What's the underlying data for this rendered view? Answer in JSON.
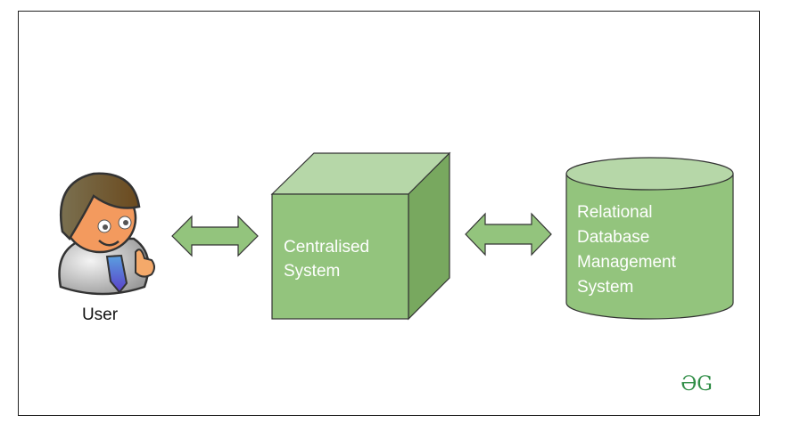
{
  "diagram": {
    "user": {
      "label": "User",
      "icon": "user-avatar-icon"
    },
    "centralised_system": {
      "line1": "Centralised",
      "line2": "System"
    },
    "rdbms": {
      "line1": "Relational",
      "line2": "Database",
      "line3": "Management",
      "line4": "System"
    },
    "logo": "ƏG",
    "colors": {
      "box_fill": "#93c47d",
      "box_top": "#b6d7a8",
      "box_side": "#78a85f",
      "arrow_fill": "#93c47d",
      "stroke": "#333333",
      "logo": "#2f8d46"
    }
  }
}
